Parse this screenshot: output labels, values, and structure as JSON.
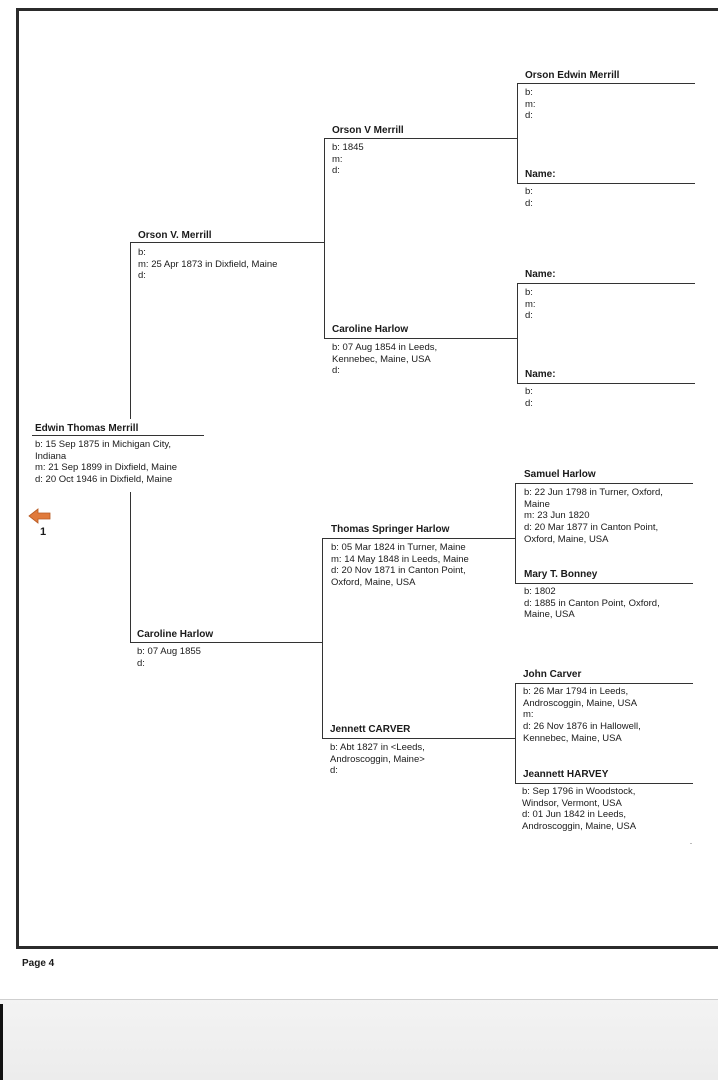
{
  "page": {
    "label": "Page 4",
    "nav_number": "1"
  },
  "people": {
    "p1": {
      "name": "Edwin Thomas Merrill",
      "lines": [
        "b: 15 Sep 1875 in Michigan City,\nIndiana",
        "m: 21 Sep 1899 in Dixfield, Maine",
        "d: 20 Oct 1946 in Dixfield, Maine"
      ]
    },
    "p2": {
      "name": "Orson V. Merrill",
      "lines": [
        "b:",
        "m: 25 Apr 1873 in Dixfield, Maine",
        "d:"
      ]
    },
    "p3": {
      "name": "Caroline Harlow",
      "lines": [
        "b: 07 Aug 1855",
        "d:"
      ]
    },
    "p4": {
      "name": "Orson V Merrill",
      "lines": [
        "b: 1845",
        "m:",
        "d:"
      ]
    },
    "p5": {
      "name": "Caroline Harlow",
      "lines": [
        "b: 07 Aug 1854 in Leeds,\nKennebec, Maine, USA",
        "d:"
      ]
    },
    "p6": {
      "name": "Thomas Springer Harlow",
      "lines": [
        "b: 05 Mar 1824 in Turner, Maine",
        "m: 14 May 1848 in Leeds, Maine",
        "d: 20 Nov 1871 in Canton Point,\nOxford, Maine, USA"
      ]
    },
    "p7": {
      "name": "Jennett CARVER",
      "lines": [
        "b: Abt 1827 in <Leeds,\nAndroscoggin, Maine>",
        "d:"
      ]
    },
    "p8": {
      "name": "Orson Edwin Merrill",
      "lines": [
        "b:",
        "m:",
        "d:"
      ]
    },
    "p9": {
      "name": "Name:",
      "lines": [
        "b:",
        "d:"
      ]
    },
    "p10": {
      "name": "Name:",
      "lines": [
        "b:",
        "m:",
        "d:"
      ]
    },
    "p11": {
      "name": "Name:",
      "lines": [
        "b:",
        "d:"
      ]
    },
    "p12": {
      "name": "Samuel Harlow",
      "lines": [
        "b: 22 Jun 1798 in Turner, Oxford,\nMaine",
        "m: 23 Jun 1820",
        "d: 20 Mar 1877 in Canton Point,\nOxford, Maine, USA"
      ]
    },
    "p13": {
      "name": "Mary T. Bonney",
      "lines": [
        "b: 1802",
        "d: 1885 in Canton Point, Oxford,\nMaine, USA"
      ]
    },
    "p14": {
      "name": "John Carver",
      "lines": [
        "b: 26 Mar 1794 in Leeds,\nAndroscoggin, Maine, USA",
        "m:",
        "d: 26 Nov 1876 in Hallowell,\nKennebec, Maine, USA"
      ]
    },
    "p15": {
      "name": "Jeannett HARVEY",
      "lines": [
        "b: Sep 1796 in Woodstock,\nWindsor, Vermont, USA",
        "d: 01 Jun 1842 in Leeds,\nAndroscoggin, Maine, USA"
      ]
    }
  },
  "colors": {
    "ink": "#1a1a1a",
    "line": "#333333",
    "arrow": "#e07a3c"
  },
  "icons": {
    "back": "back-arrow-icon"
  }
}
